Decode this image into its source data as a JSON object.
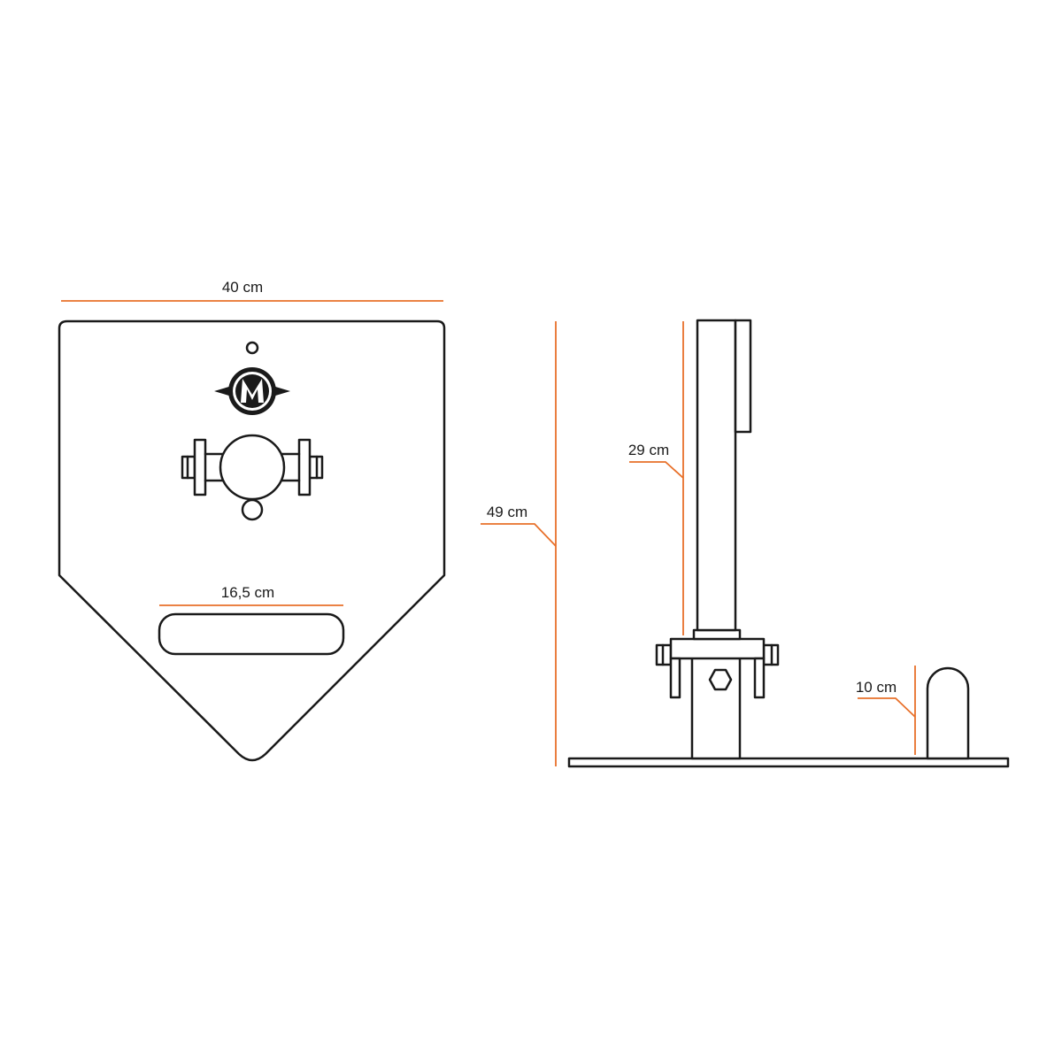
{
  "colors": {
    "outline": "#1a1a1a",
    "dimension": "#e8702a",
    "background": "#ffffff"
  },
  "front_view": {
    "width_label": "40 cm",
    "slot_label": "16,5 cm",
    "logo_icon": "m-star-logo-icon"
  },
  "side_view": {
    "total_height_label": "49 cm",
    "post_height_label": "29 cm",
    "peg_height_label": "10 cm"
  }
}
